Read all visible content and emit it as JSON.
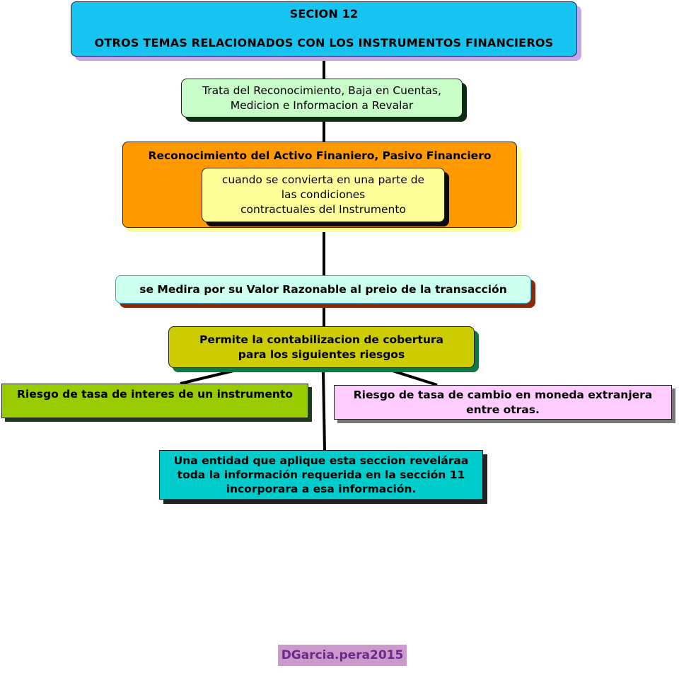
{
  "title": {
    "line1": "SECION 12",
    "line2": "OTROS TEMAS RELACIONADOS  CON LOS INSTRUMENTOS FINANCIEROS"
  },
  "nodes": {
    "trata": "Trata del Reconocimiento, Baja en Cuentas,\nMedicion e Informacion a Revalar",
    "reconocimiento": "Reconocimiento del  Activo Finaniero, Pasivo Financiero",
    "cuando": "cuando se convierta en una parte de\nlas condiciones\n contractuales del Instrumento",
    "medira": "se Medira por su Valor Razonable al preio de la transacción",
    "permite": "Permite la contabilizacion de cobertura\npara los siguientes riesgos",
    "riesgo_interes": "Riesgo de tasa de interes de un instrumento",
    "riesgo_cambio": "Riesgo de tasa de cambio en moneda extranjera\nentre otras.",
    "entidad": "Una entidad que aplique esta seccion reveláraa\ntoda la información requerida en la sección 11\nincorporara a esa información."
  },
  "credit": "DGarcia.pera2015",
  "colors": {
    "title_bg": "#17c4f0",
    "trata_bg": "#c8fcc8",
    "reconocimiento_bg": "#ff9900",
    "cuando_bg": "#ffff99",
    "medira_bg": "#ccffee",
    "permite_bg": "#cccc00",
    "riesgo_interes_bg": "#99cc00",
    "riesgo_cambio_bg": "#ffccff",
    "entidad_bg": "#00cccc",
    "credit_bg": "#cc99cc"
  }
}
